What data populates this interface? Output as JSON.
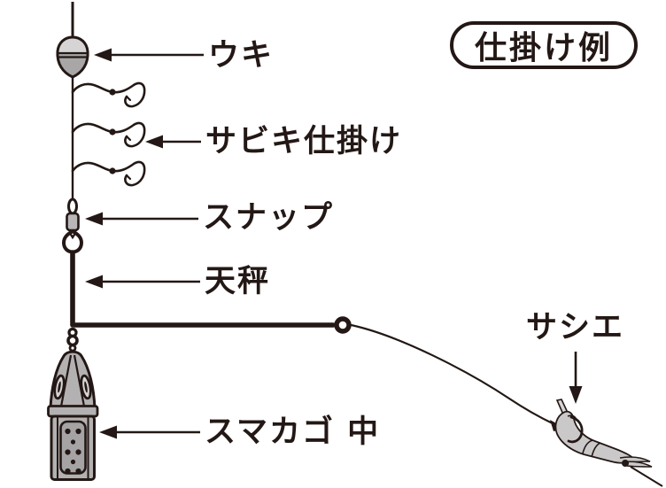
{
  "title_badge": {
    "label": "仕掛け例"
  },
  "labels": {
    "float": "ウキ",
    "sabiki": "サビキ仕掛け",
    "snap": "スナップ",
    "tenbin": "天秤",
    "cage": "スマカゴ 中",
    "bait": "サシエ"
  },
  "colors": {
    "outline": "#231815",
    "float_top": "#d6d4d4",
    "float_bottom": "#a8a6a6",
    "metal_gray": "#b9b7b7",
    "cage_body": "#b3b1b1",
    "cage_panel": "#a5a3a3",
    "hole_gray": "#d6d4d4",
    "bait_body": "#cac8c8",
    "background": "#ffffff"
  }
}
